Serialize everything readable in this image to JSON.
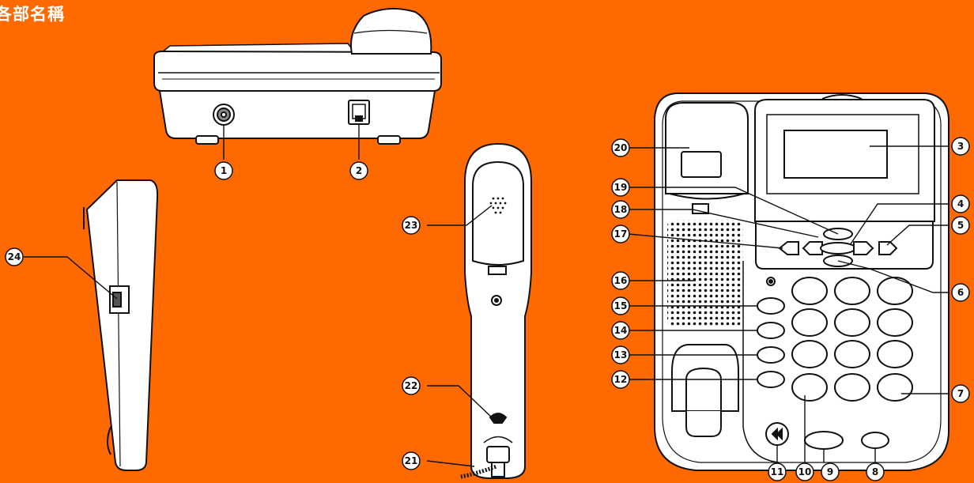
{
  "title": "各部名稱",
  "colors": {
    "background": "#FF6A00",
    "body_fill": "#ffffff",
    "outline": "#111111"
  },
  "callouts": [
    {
      "label": "1"
    },
    {
      "label": "2"
    },
    {
      "label": "3"
    },
    {
      "label": "4"
    },
    {
      "label": "5"
    },
    {
      "label": "6"
    },
    {
      "label": "7"
    },
    {
      "label": "8"
    },
    {
      "label": "9"
    },
    {
      "label": "10"
    },
    {
      "label": "11"
    },
    {
      "label": "12"
    },
    {
      "label": "13"
    },
    {
      "label": "14"
    },
    {
      "label": "15"
    },
    {
      "label": "16"
    },
    {
      "label": "17"
    },
    {
      "label": "18"
    },
    {
      "label": "19"
    },
    {
      "label": "20"
    },
    {
      "label": "21"
    },
    {
      "label": "22"
    },
    {
      "label": "23"
    },
    {
      "label": "24"
    }
  ]
}
